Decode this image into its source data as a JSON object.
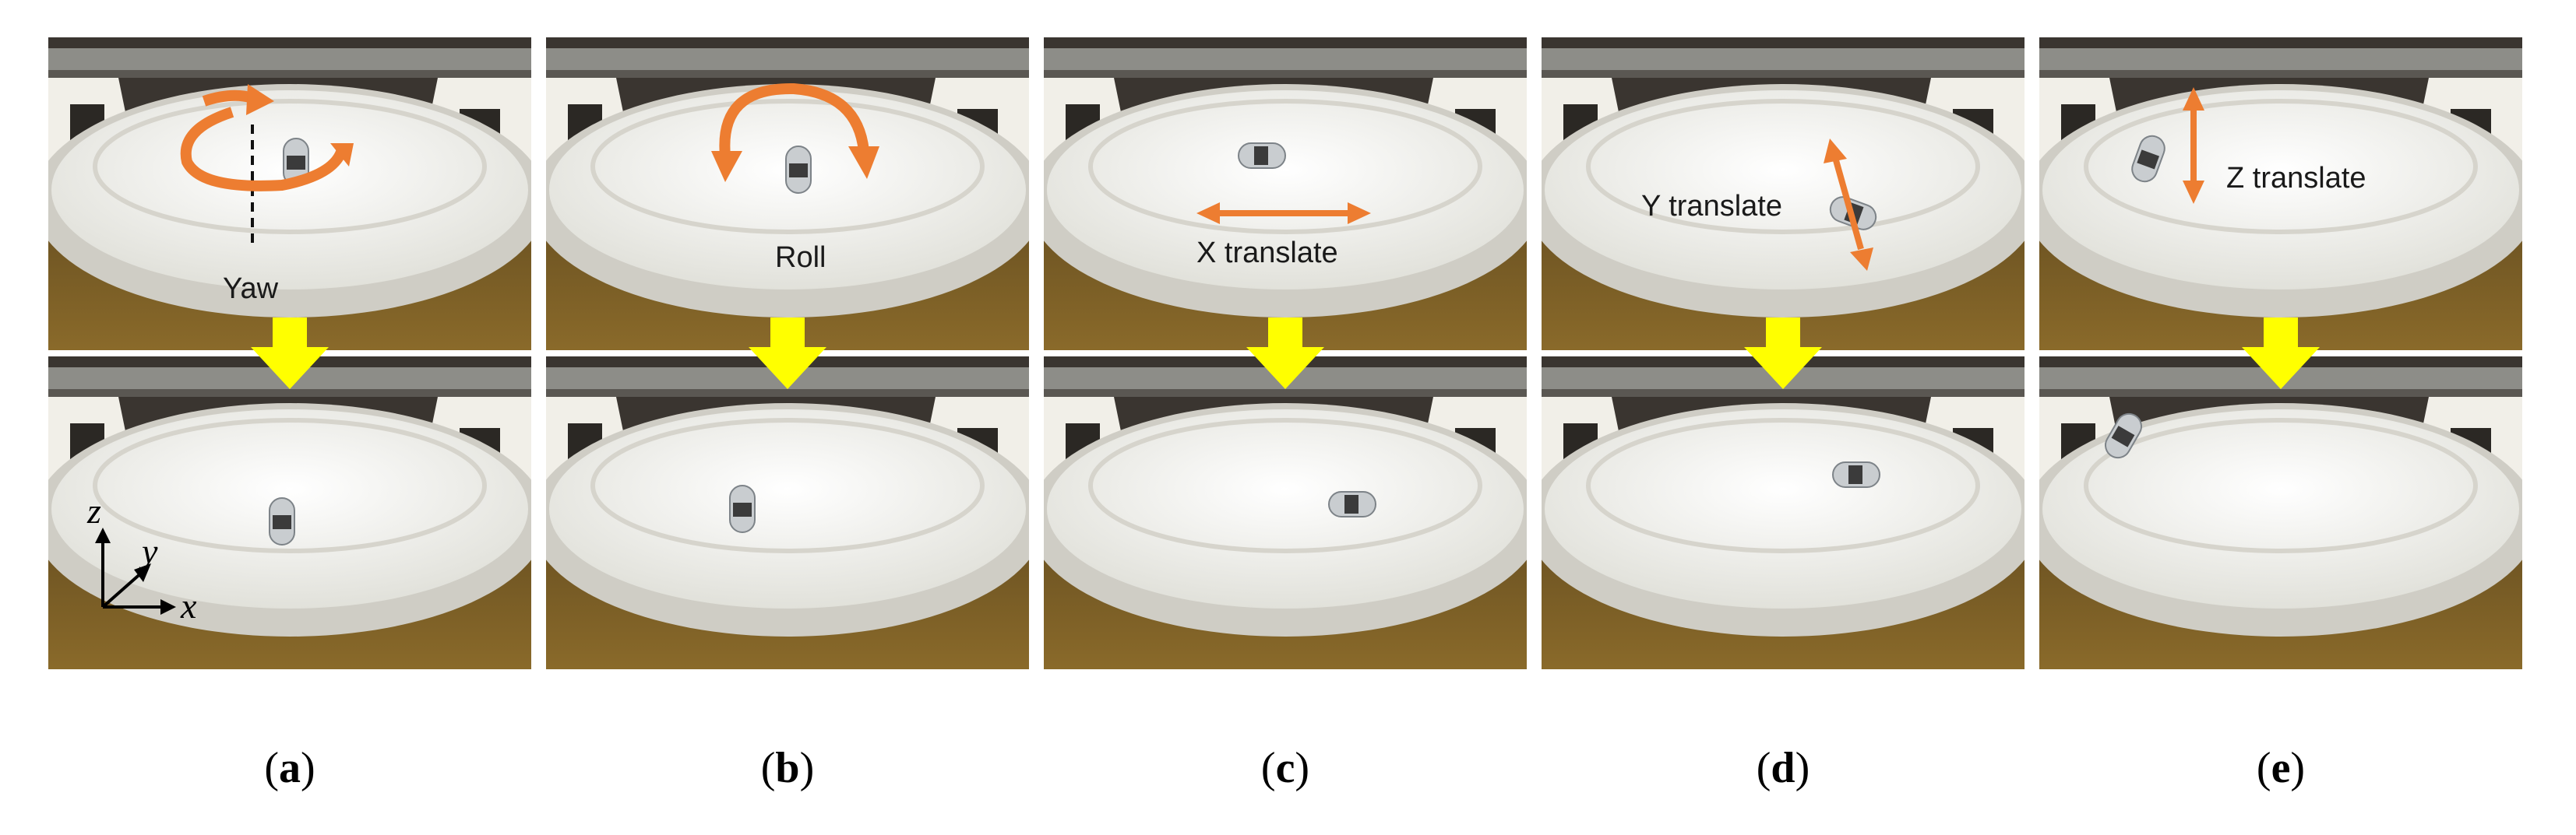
{
  "panels": [
    {
      "id": "a",
      "caption_open": "(",
      "caption_letter": "a",
      "caption_close": ")",
      "label": "Yaw",
      "motion": "yaw"
    },
    {
      "id": "b",
      "caption_open": "(",
      "caption_letter": "b",
      "caption_close": ")",
      "label": "Roll",
      "motion": "roll"
    },
    {
      "id": "c",
      "caption_open": "(",
      "caption_letter": "c",
      "caption_close": ")",
      "label": "X translate",
      "motion": "x"
    },
    {
      "id": "d",
      "caption_open": "(",
      "caption_letter": "d",
      "caption_close": ")",
      "label": "Y translate",
      "motion": "y"
    },
    {
      "id": "e",
      "caption_open": "(",
      "caption_letter": "e",
      "caption_close": ")",
      "label": "Z translate",
      "motion": "z"
    }
  ],
  "axes": {
    "z": "z",
    "y": "y",
    "x": "x"
  },
  "colors": {
    "motion_arrow": "#ED7D31",
    "transition_arrow": "#FFFF00",
    "platform": "#F2F2EE",
    "stand": "#8A6A2A"
  }
}
